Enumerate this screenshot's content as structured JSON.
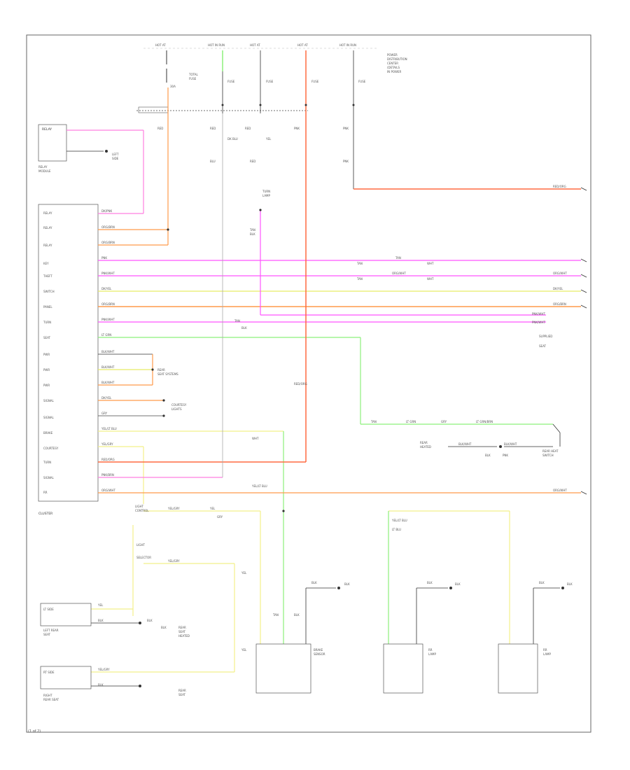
{
  "colors": {
    "pink": "#ff7fe0",
    "magenta": "#ff55ff",
    "orange": "#ff9a4a",
    "red_orange": "#ff6a40",
    "yellow": "#e8ec66",
    "pale_yellow": "#f2f08a",
    "green": "#8cf07a",
    "gray": "#aaaaaa",
    "black": "#222222"
  },
  "labels": {
    "cluster": "CLUSTER",
    "relay": "RELAY",
    "footer": "(1 of 2)"
  }
}
